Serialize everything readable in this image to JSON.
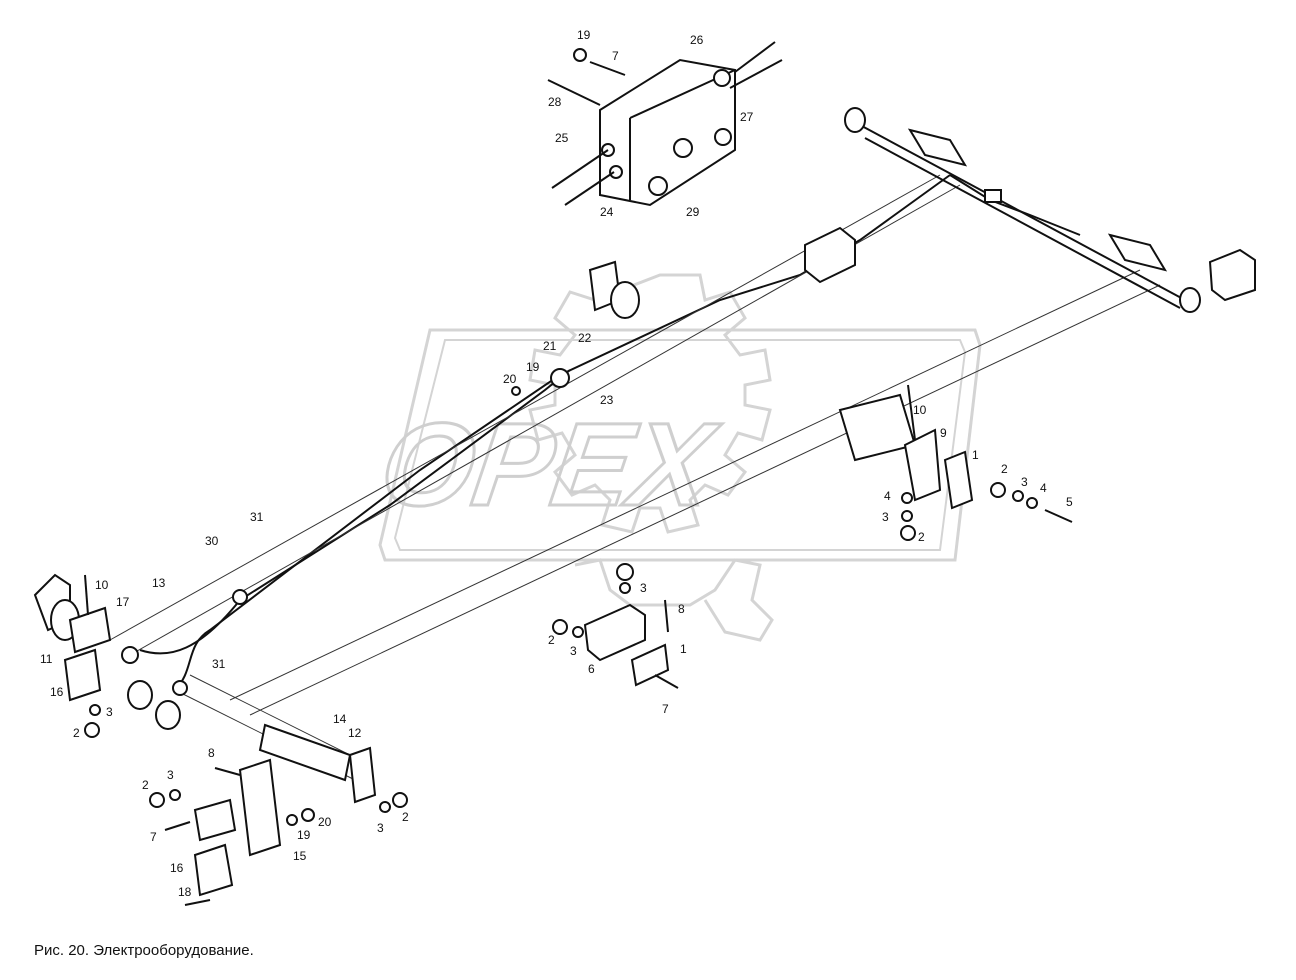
{
  "caption": "Рис. 20. Электрооборудование.",
  "watermark": {
    "text": "OPEX",
    "color": "#d0d0d0"
  },
  "callouts": [
    {
      "id": "top-19",
      "label": "19"
    },
    {
      "id": "top-7",
      "label": "7"
    },
    {
      "id": "top-26",
      "label": "26"
    },
    {
      "id": "top-28",
      "label": "28"
    },
    {
      "id": "top-27",
      "label": "27"
    },
    {
      "id": "top-25",
      "label": "25"
    },
    {
      "id": "top-24",
      "label": "24"
    },
    {
      "id": "top-29",
      "label": "29"
    },
    {
      "id": "mid-22",
      "label": "22"
    },
    {
      "id": "mid-21",
      "label": "21"
    },
    {
      "id": "mid-19",
      "label": "19"
    },
    {
      "id": "mid-20",
      "label": "20"
    },
    {
      "id": "mid-23",
      "label": "23"
    },
    {
      "id": "right-10",
      "label": "10"
    },
    {
      "id": "right-9",
      "label": "9"
    },
    {
      "id": "right-1",
      "label": "1"
    },
    {
      "id": "right-2a",
      "label": "2"
    },
    {
      "id": "right-3a",
      "label": "3"
    },
    {
      "id": "right-4a",
      "label": "4"
    },
    {
      "id": "right-5",
      "label": "5"
    },
    {
      "id": "right-4b",
      "label": "4"
    },
    {
      "id": "right-3b",
      "label": "3"
    },
    {
      "id": "right-2b",
      "label": "2"
    },
    {
      "id": "cen-3",
      "label": "3"
    },
    {
      "id": "cen-8",
      "label": "8"
    },
    {
      "id": "cen-1",
      "label": "1"
    },
    {
      "id": "cen-2",
      "label": "2"
    },
    {
      "id": "cen-3b",
      "label": "3"
    },
    {
      "id": "cen-6",
      "label": "6"
    },
    {
      "id": "cen-7",
      "label": "7"
    },
    {
      "id": "left-31a",
      "label": "31"
    },
    {
      "id": "left-30",
      "label": "30"
    },
    {
      "id": "left-13",
      "label": "13"
    },
    {
      "id": "left-10",
      "label": "10"
    },
    {
      "id": "left-17",
      "label": "17"
    },
    {
      "id": "left-11",
      "label": "11"
    },
    {
      "id": "left-16a",
      "label": "16"
    },
    {
      "id": "left-31b",
      "label": "31"
    },
    {
      "id": "left-3",
      "label": "3"
    },
    {
      "id": "left-2",
      "label": "2"
    },
    {
      "id": "left-14",
      "label": "14"
    },
    {
      "id": "left-12",
      "label": "12"
    },
    {
      "id": "left-8",
      "label": "8"
    },
    {
      "id": "left-2b",
      "label": "2"
    },
    {
      "id": "left-3b",
      "label": "3"
    },
    {
      "id": "left-3c",
      "label": "3"
    },
    {
      "id": "left-2c",
      "label": "2"
    },
    {
      "id": "left-7",
      "label": "7"
    },
    {
      "id": "left-19",
      "label": "19"
    },
    {
      "id": "left-20",
      "label": "20"
    },
    {
      "id": "left-15",
      "label": "15"
    },
    {
      "id": "left-16b",
      "label": "16"
    },
    {
      "id": "left-18",
      "label": "18"
    }
  ]
}
